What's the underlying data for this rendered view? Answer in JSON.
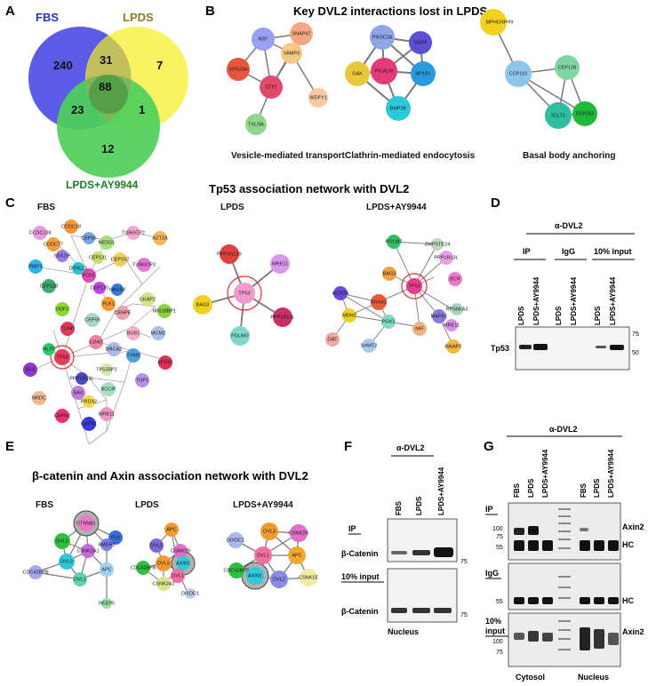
{
  "panels": {
    "A": "A",
    "B": "B",
    "C": "C",
    "D": "D",
    "E": "E",
    "F": "F",
    "G": "G"
  },
  "venn": {
    "set_fbs": "FBS",
    "set_lpds": "LPDS",
    "set_ay": "LPDS+AY9944",
    "only_fbs": "240",
    "only_lpds": "7",
    "only_ay": "12",
    "fbs_lpds": "31",
    "fbs_ay": "23",
    "lpds_ay": "1",
    "all": "88",
    "colors": {
      "fbs": "#5b5ce6",
      "lpds": "#f7f25a",
      "ay": "#4fcf5a"
    }
  },
  "panel_b": {
    "title": "Key DVL2 interactions lost in LPDS",
    "cluster1": {
      "caption": "Vesicle-mediated transport",
      "nodes": [
        "NSF",
        "SNAP47",
        "VAMP3",
        "VPS33A",
        "STX7",
        "TXLNA",
        "WDFY1"
      ]
    },
    "cluster2": {
      "caption": "Clathrin-mediated endocytosis",
      "nodes": [
        "PIK3C2A",
        "SNX9",
        "GAK",
        "PICALM",
        "AP1B1",
        "BMP2K"
      ]
    },
    "cluster3": {
      "caption": "Basal body anchoring",
      "nodes": [
        "MPHOSPH9",
        "CCP110",
        "CEP128",
        "SCLT1",
        "CEP152"
      ]
    }
  },
  "panel_c": {
    "title": "Tp53 association network with DVL2",
    "fbs_label": "FBS",
    "lpds_label": "LPDS",
    "ay_label": "LPDS+AY9944",
    "fbs_nodes": [
      "CCDC138",
      "CCDC18",
      "CEP85",
      "NEDD1",
      "TUBGCP2",
      "AZT2A",
      "CCDC77",
      "SSX2IP",
      "PIBF1",
      "CEP131",
      "CEP152",
      "TUBGCP3",
      "CEP128",
      "PCNT",
      "CEP170",
      "CKAP2",
      "ODF2",
      "MIS18BP1",
      "CENPE",
      "TCHP",
      "CEP55",
      "BUB1",
      "MCM2",
      "CDH2",
      "TP53",
      "BRCA2",
      "TYMS",
      "MTRR",
      "HLTF",
      "GLS",
      "PPP1R13L",
      "TP53BP2",
      "TOP1",
      "BCCIP",
      "NRDC",
      "BAX",
      "PRDX2",
      "CAPN2",
      "MRE11",
      "CAPN1",
      "PLK1",
      "DYNLL1",
      "HAUS8"
    ],
    "lpds_nodes": [
      "PPP1R13B",
      "MRE11",
      "TP53",
      "BAG3",
      "PPP1R13L",
      "PDLIM7"
    ],
    "ay_nodes": [
      "POLM7",
      "ZMPSTE24",
      "PPP1R13L",
      "BAG3",
      "TP53",
      "BCR",
      "ALDOA",
      "ANXA2",
      "RPS6KA3",
      "MDH2",
      "PGK1",
      "MAPK1",
      "MIF",
      "MRE11",
      "OAT",
      "SHMT2",
      "BAIAP2"
    ]
  },
  "panel_d": {
    "antibody": "α-DVL2",
    "groups": [
      "IP",
      "IgG",
      "10% input"
    ],
    "lanes": [
      "LPDS",
      "LPDS+AY9944",
      "LPDS",
      "LPDS+AY9944",
      "LPDS",
      "LPDS+AY9944"
    ],
    "row_label": "Tp53",
    "markers": [
      "75",
      "50"
    ]
  },
  "panel_e": {
    "title": "β-catenin and Axin association network with DVL2",
    "fbs_label": "FBS",
    "lpds_label": "LPDS",
    "ay_label": "LPDS+AY9944",
    "fbs_nodes": [
      "CTNNB1",
      "FLII",
      "DVL2",
      "CSNK2A1",
      "AMER1",
      "DVL3",
      "CDC42BPB",
      "DVL1",
      "APC",
      "REEP5"
    ],
    "lpds_nodes": [
      "APC",
      "CSNK2B",
      "DVL2",
      "DVL3",
      "AXIN1",
      "CDC42BPB",
      "DVL1",
      "CSNK2A2",
      "DIXDC1"
    ],
    "ay_nodes": [
      "DIXDC1",
      "DVL3",
      "CSNK2B",
      "DVL1",
      "APC",
      "CDC42BPB",
      "AXIN1",
      "DVL2",
      "CSNK1E"
    ]
  },
  "panel_f": {
    "antibody": "α-DVL2",
    "lanes": [
      "FBS",
      "LPDS",
      "LPDS+AY9944"
    ],
    "blot1_tag": "IP",
    "blot2_tag": "10% input",
    "row_label": "β-Catenin",
    "marker": "75",
    "footer": "Nucleus"
  },
  "panel_g": {
    "antibody": "α-DVL2",
    "lanes": [
      "FBS",
      "LPDS",
      "LPDS+AY9944",
      "FBS",
      "LPDS",
      "LPDS+AY9944"
    ],
    "ip_tag": "IP",
    "igg_tag": "IgG",
    "input_tag": "10%\ninput",
    "input_tag_1": "10%",
    "input_tag_2": "input",
    "axin2": "Axin2",
    "hc": "HC",
    "markers_ip": [
      "100",
      "75",
      "55"
    ],
    "marker_igg": "55",
    "markers_input": [
      "100",
      "75"
    ],
    "footer_cytosol": "Cytosol",
    "footer_nucleus": "Nucleus"
  }
}
